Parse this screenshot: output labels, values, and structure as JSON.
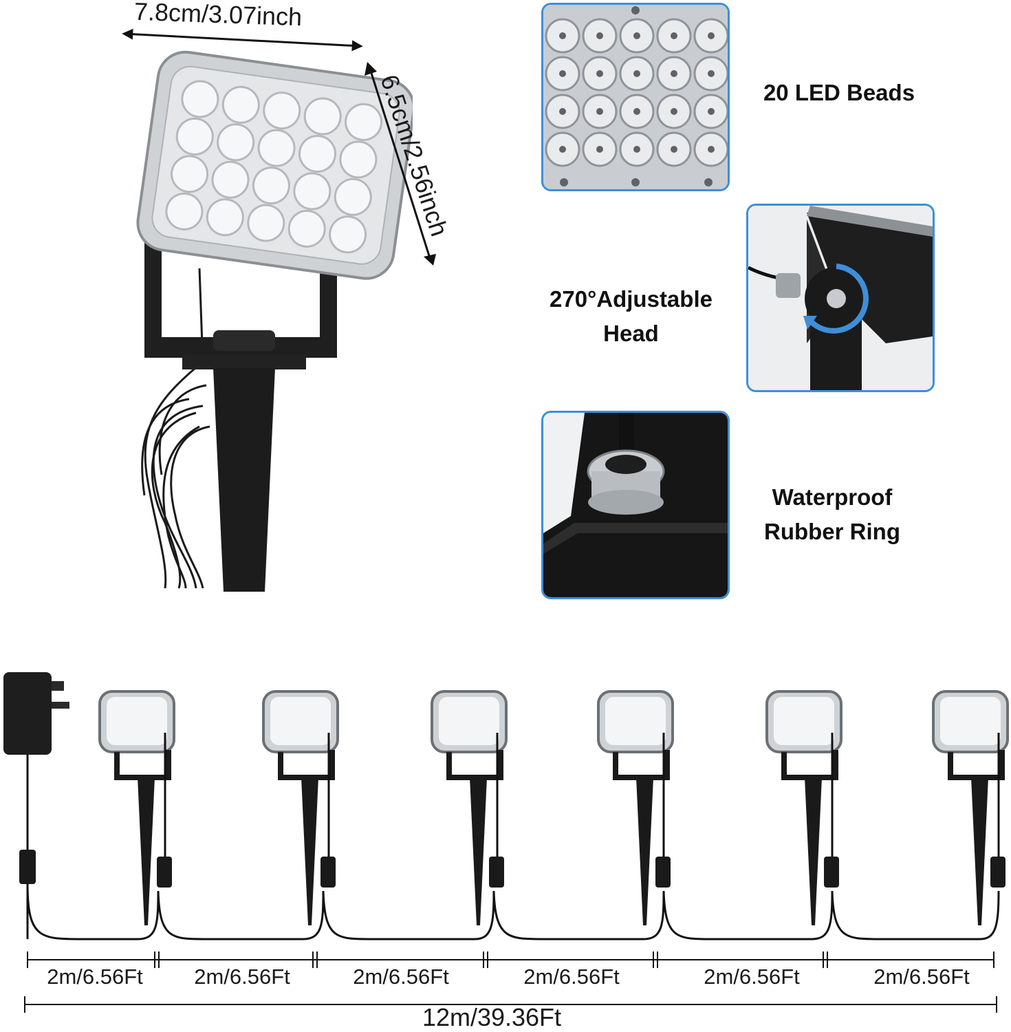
{
  "dimensions": {
    "width_label": "7.8cm/3.07inch",
    "height_label": "6.5cm/2.56inch"
  },
  "features": [
    {
      "label": "20 LED Beads"
    },
    {
      "label_line1": "270°Adjustable",
      "label_line2": "Head"
    },
    {
      "label_line1": "Waterproof",
      "label_line2": "Rubber Ring"
    }
  ],
  "layout_strip": {
    "segments": [
      "2m/6.56Ft",
      "2m/6.56Ft",
      "2m/6.56Ft",
      "2m/6.56Ft",
      "2m/6.56Ft",
      "2m/6.56Ft"
    ],
    "total": "12m/39.36Ft"
  },
  "colors": {
    "accent_blue": "#3f8ed8",
    "fixture_black": "#1c1c1c",
    "lens_grey": "#d9dcdf"
  },
  "icons": [
    "led-spotlight",
    "power-adapter",
    "rotation-arrow",
    "cable-gland"
  ]
}
